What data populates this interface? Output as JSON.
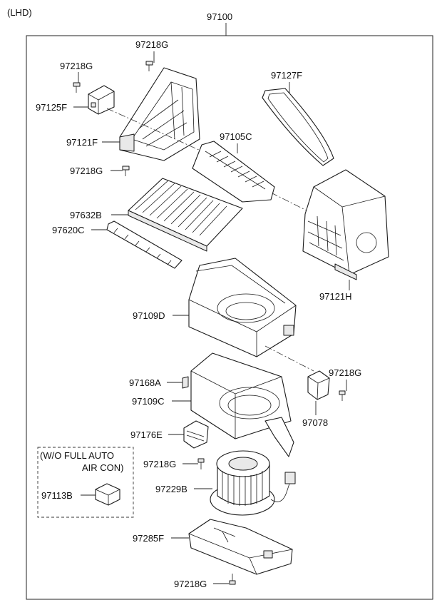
{
  "header": {
    "variant": "(LHD)",
    "assembly_number": "97100"
  },
  "callouts": {
    "p97218g_top": "97218G",
    "p97218g_left": "97218G",
    "p97125f": "97125F",
    "p97127f": "97127F",
    "p97121f": "97121F",
    "p97105c": "97105C",
    "p97218g_mid": "97218G",
    "p97632b": "97632B",
    "p97620c": "97620C",
    "p97121h": "97121H",
    "p97109d": "97109D",
    "p97168a": "97168A",
    "p97218g_right": "97218G",
    "p97109c": "97109C",
    "p97078": "97078",
    "p97176e": "97176E",
    "p97218g_lower": "97218G",
    "p97229b": "97229B",
    "p97113b": "97113B",
    "p97285f": "97285F",
    "p97218g_bottom": "97218G"
  },
  "option_box": {
    "line1": "(W/O FULL AUTO",
    "line2": "AIR CON)"
  }
}
